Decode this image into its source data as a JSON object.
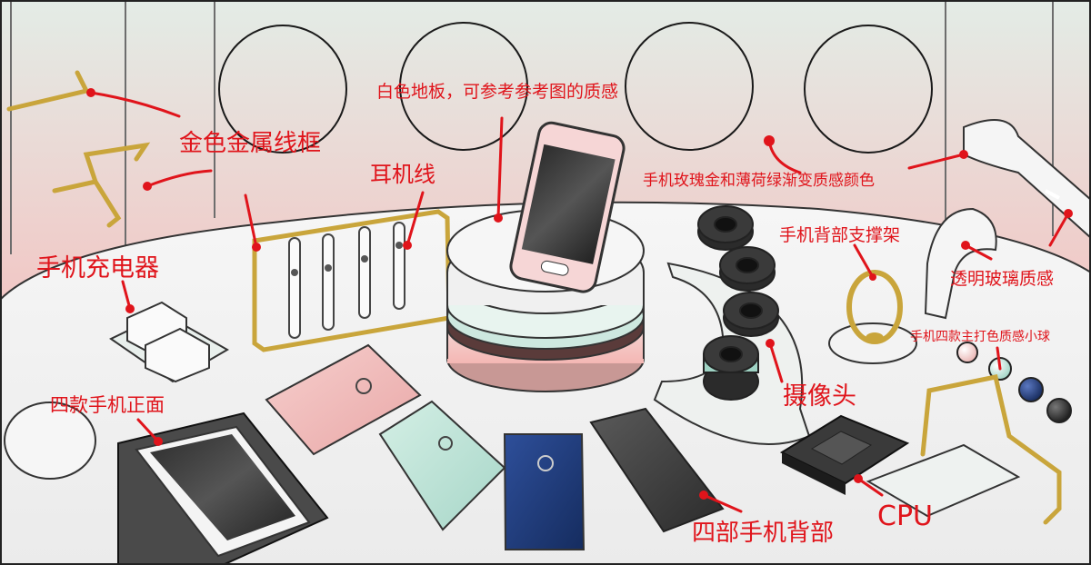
{
  "annotations": {
    "gold_wire_frame": "金色金属线框",
    "white_floor": "白色地板，可参考参考图的质感",
    "earphone_cable": "耳机线",
    "phone_charger": "手机充电器",
    "gradient_colors": "手机玫瑰金和薄荷绿渐变质感颜色",
    "back_stand": "手机背部支撑架",
    "transparent_glass": "透明玻璃质感",
    "four_balls": "手机四款主打色质感小球",
    "camera": "摄像头",
    "four_fronts": "四款手机正面",
    "four_backs": "四部手机背部",
    "cpu": "CPU"
  },
  "colors": {
    "annotation": "#e0141b",
    "gold": "#c9a53b",
    "rose_gold": "#efb8b8",
    "mint": "#bfe4d9",
    "navy": "#1e3a78",
    "black": "#3a3a3a"
  },
  "showcase_balls": [
    "rose-gold-ball",
    "mint-ball",
    "navy-ball",
    "black-ball"
  ]
}
